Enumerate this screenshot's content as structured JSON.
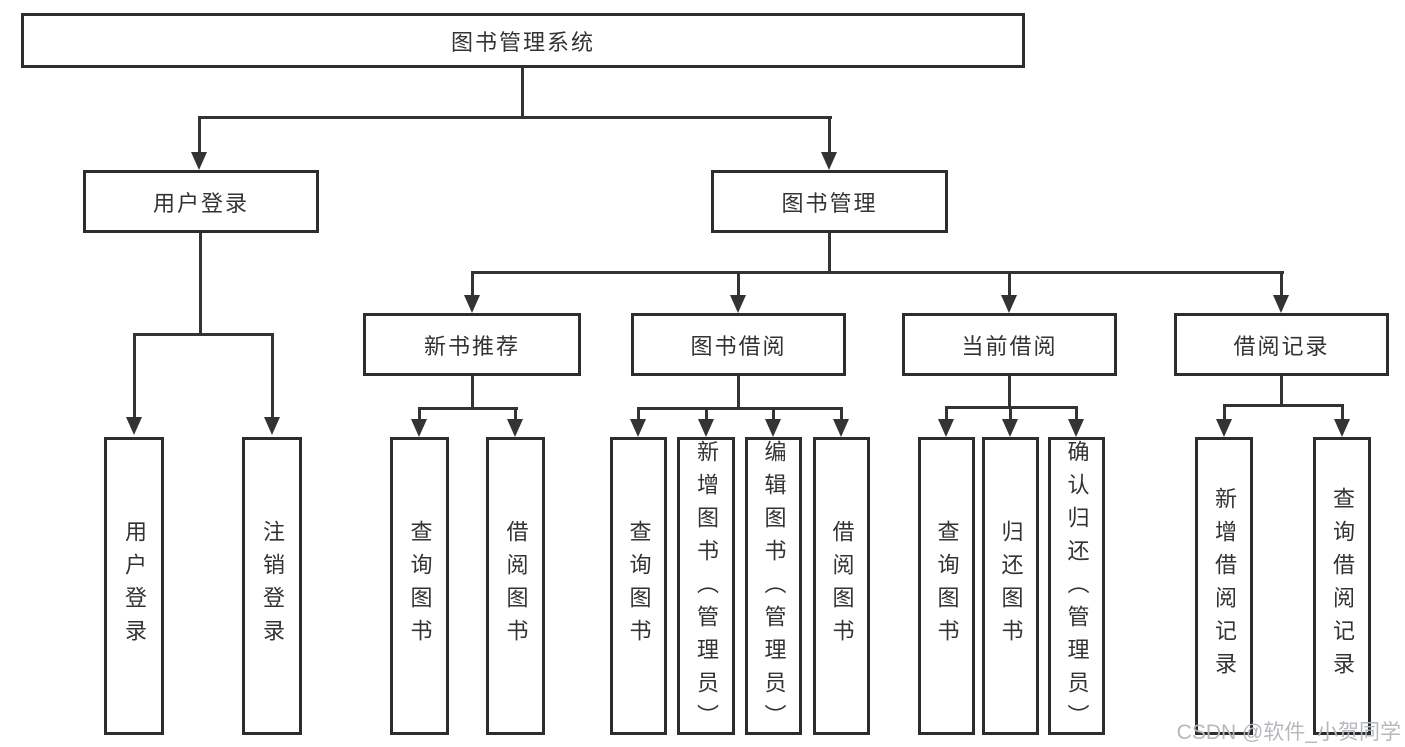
{
  "tree": {
    "root": {
      "label": "图书管理系统",
      "children": [
        {
          "label": "用户登录",
          "children": [
            {
              "label": "用户登录"
            },
            {
              "label": "注销登录"
            }
          ]
        },
        {
          "label": "图书管理",
          "children": [
            {
              "label": "新书推荐",
              "children": [
                {
                  "label": "查询图书"
                },
                {
                  "label": "借阅图书"
                }
              ]
            },
            {
              "label": "图书借阅",
              "children": [
                {
                  "label": "查询图书"
                },
                {
                  "label": "新增图书（管理员）"
                },
                {
                  "label": "编辑图书（管理员）"
                },
                {
                  "label": "借阅图书"
                }
              ]
            },
            {
              "label": "当前借阅",
              "children": [
                {
                  "label": "查询图书"
                },
                {
                  "label": "归还图书"
                },
                {
                  "label": "确认归还（管理员）"
                }
              ]
            },
            {
              "label": "借阅记录",
              "children": [
                {
                  "label": "新增借阅记录"
                },
                {
                  "label": "查询借阅记录"
                }
              ]
            }
          ]
        }
      ]
    }
  },
  "watermark": {
    "text": "CSDN @软件_小贺同学"
  },
  "colors": {
    "line": "#333333",
    "box_border": "#2d2d2d",
    "text": "#333333",
    "watermark": "#b5b9bd",
    "background": "#ffffff"
  }
}
